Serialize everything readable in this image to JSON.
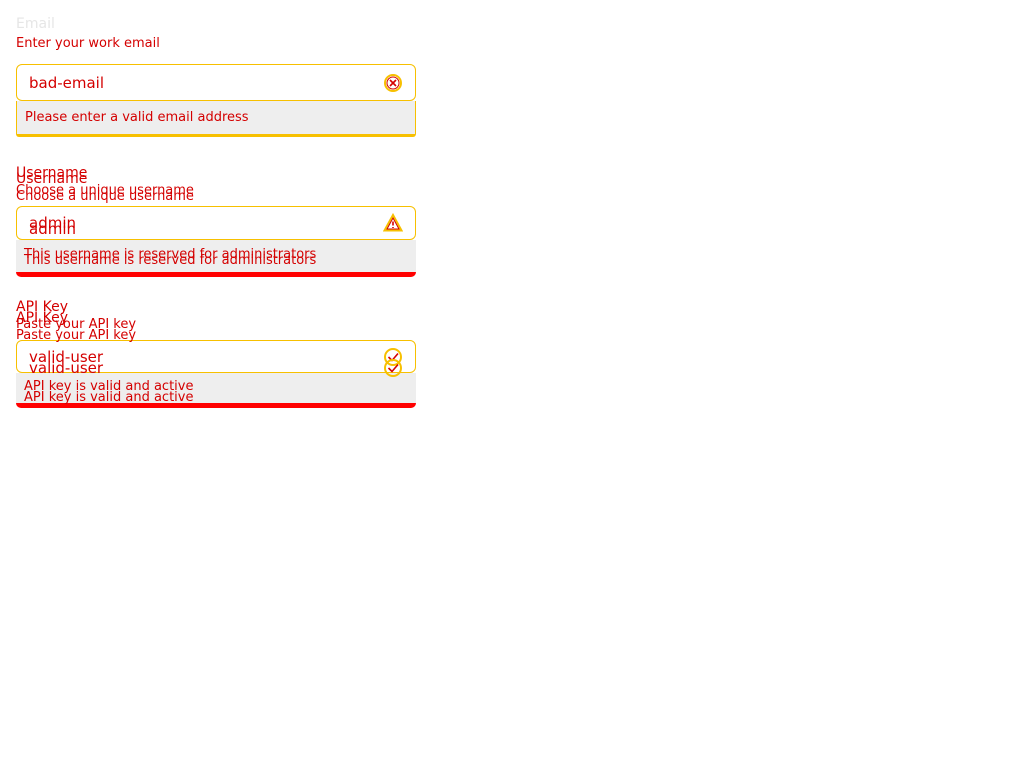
{
  "fields": {
    "email": {
      "label": "Email",
      "description": "Enter your work email",
      "value": "bad-email",
      "placeholder": "Enter your work email",
      "status_icon": "error-circle-icon",
      "message": "Please enter a valid email address"
    },
    "username": {
      "label": "Username",
      "description": "Choose a unique username",
      "value": "admin",
      "placeholder": "Choose a unique username",
      "status_icon": "warning-triangle-icon",
      "message": "This username is reserved for administrators"
    },
    "api_key": {
      "label": "API Key",
      "description": "Paste your API key",
      "value": "valid-user",
      "placeholder": "Paste your API key",
      "status_icon": "check-circle-icon",
      "message": "API key is valid and active"
    }
  },
  "colors": {
    "text": "#d40000",
    "outline": "#f7c000",
    "message_bg": "#eeeeee",
    "bar": "#ff0000"
  }
}
